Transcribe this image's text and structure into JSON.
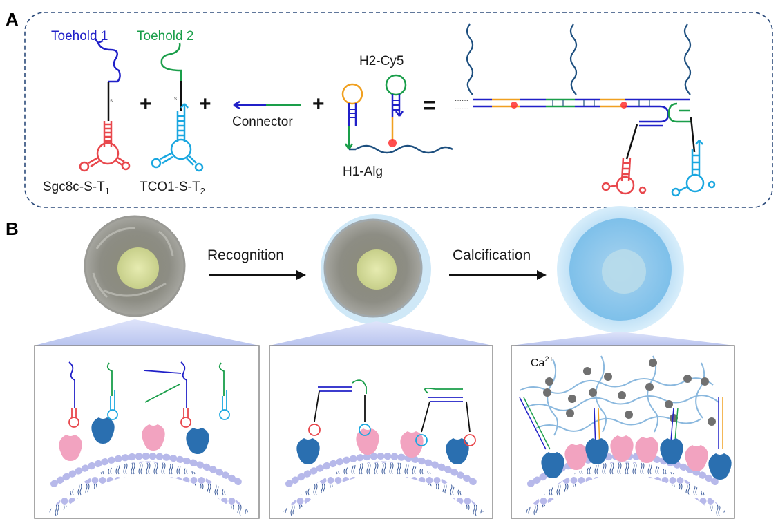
{
  "panel_a": {
    "letter": "A",
    "toehold1": "Toehold 1",
    "toehold2": "Toehold 2",
    "aptamer1": "Sgc8c-S-T",
    "aptamer1_sub": "1",
    "aptamer2": "TCO1-S-T",
    "aptamer2_sub": "2",
    "connector": "Connector",
    "h2": "H2-Cy5",
    "h1": "H1-Alg",
    "plus": "+",
    "equals": "="
  },
  "panel_b": {
    "letter": "B",
    "step1": "Recognition",
    "step2": "Calcification",
    "ion": "Ca",
    "ion_sup": "2+"
  },
  "colors": {
    "blue": "#2020c8",
    "green": "#1a9e4a",
    "red": "#e8474c",
    "cyan": "#1aa7e0",
    "orange": "#f0a020",
    "navy": "#1d4f7f",
    "dashed_border": "#2b4a7a",
    "receptor_pink": "#f2a3c0",
    "receptor_blue": "#2a6fb0",
    "membrane": "#b7b9ea"
  }
}
